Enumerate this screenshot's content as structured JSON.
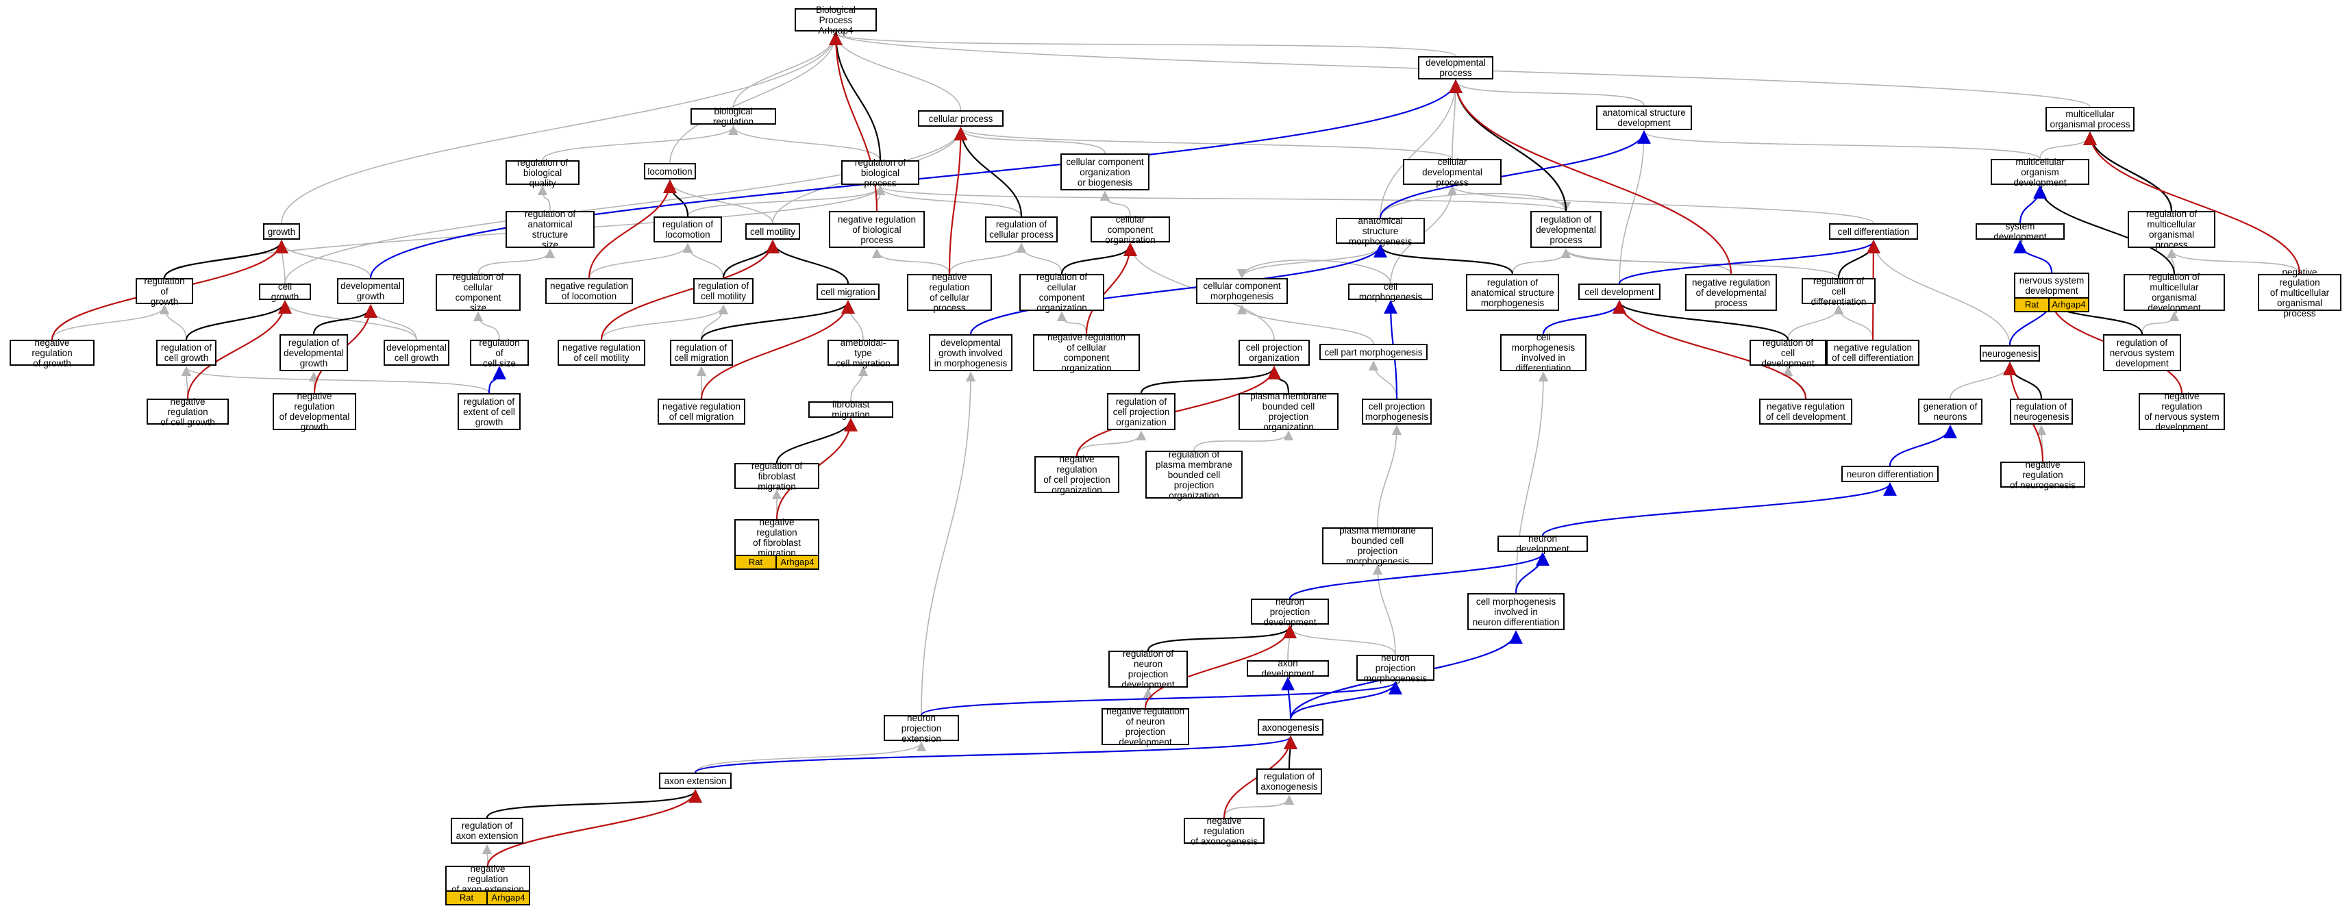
{
  "colors": {
    "is_a": "#b4b4b4",
    "part_of": "#000000",
    "positively_regulates": "#0000dd",
    "negatively_regulates": "#bb1111",
    "annotation": "#f5c400"
  },
  "nodes": {
    "bp": {
      "label": "Biological Process\nArhgap4"
    },
    "devproc": {
      "label": "developmental\nprocess"
    },
    "cellproc": {
      "label": "cellular process"
    },
    "bioreg": {
      "label": "biological regulation"
    },
    "anatdev": {
      "label": "anatomical structure\ndevelopment"
    },
    "multiproc": {
      "label": "multicellular\norganismal process"
    },
    "regbioqual": {
      "label": "regulation of\nbiological quality"
    },
    "locomotion": {
      "label": "locomotion"
    },
    "regbioproc": {
      "label": "regulation of\nbiological process"
    },
    "ccob": {
      "label": "cellular component\norganization\nor biogenesis"
    },
    "celldevproc": {
      "label": "cellular developmental\nprocess"
    },
    "multidev": {
      "label": "multicellular\norganism development"
    },
    "growth": {
      "label": "growth"
    },
    "reganatsize": {
      "label": "regulation of\nanatomical structure\nsize"
    },
    "regloco": {
      "label": "regulation of\nlocomotion"
    },
    "cellmot": {
      "label": "cell motility"
    },
    "negregbio": {
      "label": "negative regulation\nof biological\nprocess"
    },
    "regcellproc": {
      "label": "regulation of\ncellular process"
    },
    "ccorg": {
      "label": "cellular component\norganization"
    },
    "anatmorph": {
      "label": "anatomical structure\nmorphogenesis"
    },
    "regdevproc": {
      "label": "regulation of\ndevelopmental\nprocess"
    },
    "celldiff": {
      "label": "cell differentiation"
    },
    "sysdev": {
      "label": "system development"
    },
    "regmultiproc": {
      "label": "regulation of\nmulticellular\norganismal process"
    },
    "regofgrowth": {
      "label": "regulation of\ngrowth"
    },
    "cellgrowth": {
      "label": "cell growth"
    },
    "devgrowth": {
      "label": "developmental\ngrowth"
    },
    "regccsize": {
      "label": "regulation of\ncellular component\nsize"
    },
    "negregloco": {
      "label": "negative regulation\nof locomotion"
    },
    "regcellmot": {
      "label": "regulation of\ncell motility"
    },
    "cellmig": {
      "label": "cell migration"
    },
    "negregcellproc": {
      "label": "negative regulation\nof cellular\nprocess"
    },
    "regccorg": {
      "label": "regulation of\ncellular component\norganization"
    },
    "ccmorph": {
      "label": "cellular component\nmorphogenesis"
    },
    "cellmorph": {
      "label": "cell morphogenesis"
    },
    "reganatmorph": {
      "label": "regulation of\nanatomical structure\nmorphogenesis"
    },
    "celldev": {
      "label": "cell development"
    },
    "negregdevproc": {
      "label": "negative regulation\nof developmental\nprocess"
    },
    "regcelldiff": {
      "label": "regulation of\ncell differentiation"
    },
    "nsdev": {
      "label": "nervous system\ndevelopment"
    },
    "regmultidev": {
      "label": "regulation of\nmulticellular\norganismal development"
    },
    "negregmulti": {
      "label": "negative regulation\nof multicellular\norganismal process"
    },
    "negregofgrowth": {
      "label": "negative regulation\nof growth"
    },
    "regcellgrowth": {
      "label": "regulation of\ncell growth"
    },
    "regdevgrowth": {
      "label": "regulation of\ndevelopmental\ngrowth"
    },
    "devcellgrowth": {
      "label": "developmental\ncell growth"
    },
    "regcellsize": {
      "label": "regulation of\ncell size"
    },
    "negregcellmot": {
      "label": "negative regulation\nof cell motility"
    },
    "regcellmig": {
      "label": "regulation of\ncell migration"
    },
    "amoeboid": {
      "label": "ameboidal-type\ncell migration"
    },
    "devgrowthmorph": {
      "label": "developmental\ngrowth involved\nin morphogenesis"
    },
    "negregccorg": {
      "label": "negative regulation\nof cellular\ncomponent organization"
    },
    "cellprojorg": {
      "label": "cell projection\norganization"
    },
    "cellpartmorph": {
      "label": "cell part morphogenesis"
    },
    "cellmorphdiff": {
      "label": "cell morphogenesis\ninvolved in\ndifferentiation"
    },
    "regcelldev": {
      "label": "regulation of\ncell development"
    },
    "negregcelldiff": {
      "label": "negative regulation\nof cell differentiation"
    },
    "neurogenesis": {
      "label": "neurogenesis"
    },
    "regnsdev": {
      "label": "regulation of\nnervous system\ndevelopment"
    },
    "negregcellgrowth": {
      "label": "negative regulation\nof cell growth"
    },
    "negregdevgrowth": {
      "label": "negative regulation\nof developmental\ngrowth"
    },
    "regextcellgrowth": {
      "label": "regulation of\nextent of cell\ngrowth"
    },
    "negregcellmig": {
      "label": "negative regulation\nof cell migration"
    },
    "fibromig": {
      "label": "fibroblast migration"
    },
    "regcellprojorg": {
      "label": "regulation of\ncell projection\norganization"
    },
    "pmbcpo": {
      "label": "plasma membrane\nbounded cell\nprojection organization"
    },
    "cellprojmorph": {
      "label": "cell projection\nmorphogenesis"
    },
    "negregcelldev": {
      "label": "negative regulation\nof cell development"
    },
    "genneurons": {
      "label": "generation of\nneurons"
    },
    "regneurogen": {
      "label": "regulation of\nneurogenesis"
    },
    "negregnsdev": {
      "label": "negative regulation\nof nervous system\ndevelopment"
    },
    "regfibromig": {
      "label": "regulation of\nfibroblast migration"
    },
    "negregcellprojorg": {
      "label": "negative regulation\nof cell projection\norganization"
    },
    "regpmbcpo": {
      "label": "regulation of\nplasma membrane\nbounded cell\nprojection organization"
    },
    "neurondiff": {
      "label": "neuron differentiation"
    },
    "negregneurogen": {
      "label": "negative regulation\nof neurogenesis"
    },
    "negregfibromig": {
      "label": "negative regulation\nof fibroblast\nmigration"
    },
    "pmbcpm": {
      "label": "plasma membrane\nbounded cell\nprojection morphogenesis"
    },
    "neurondev": {
      "label": "neuron development"
    },
    "cellmorphneurondiff": {
      "label": "cell morphogenesis\ninvolved in\nneuron differentiation"
    },
    "neuronprojdev": {
      "label": "neuron projection\ndevelopment"
    },
    "regneuronprojdev": {
      "label": "regulation of\nneuron projection\ndevelopment"
    },
    "axondev": {
      "label": "axon development"
    },
    "neuronprojmorph": {
      "label": "neuron projection\nmorphogenesis"
    },
    "neuronprojext": {
      "label": "neuron projection\nextension"
    },
    "negregneuronprojdev": {
      "label": "negative regulation\nof neuron projection\ndevelopment"
    },
    "axonogenesis": {
      "label": "axonogenesis"
    },
    "axonext": {
      "label": "axon extension"
    },
    "regaxonogen": {
      "label": "regulation of\naxonogenesis"
    },
    "regaxonext": {
      "label": "regulation of\naxon extension"
    },
    "negregaxonogen": {
      "label": "negative regulation\nof axonogenesis"
    },
    "negregaxonext": {
      "label": "negative regulation\nof axon extension"
    }
  },
  "annotations": [
    {
      "node": "negregaxonext",
      "species": "Rat",
      "gene": "Arhgap4"
    },
    {
      "node": "negregfibromig",
      "species": "Rat",
      "gene": "Arhgap4"
    },
    {
      "node": "nsdev",
      "species": "Rat",
      "gene": "Arhgap4"
    }
  ],
  "edges": [
    [
      "devproc",
      "bp",
      "is_a"
    ],
    [
      "cellproc",
      "bp",
      "is_a"
    ],
    [
      "bioreg",
      "bp",
      "is_a"
    ],
    [
      "multiproc",
      "bp",
      "is_a"
    ],
    [
      "regbioproc",
      "bp",
      "part_of"
    ],
    [
      "negregbio",
      "bp",
      "negatively_regulates"
    ],
    [
      "growth",
      "bp",
      "is_a"
    ],
    [
      "locomotion",
      "bp",
      "is_a"
    ],
    [
      "anatdev",
      "devproc",
      "is_a"
    ],
    [
      "celldevproc",
      "devproc",
      "is_a"
    ],
    [
      "regdevproc",
      "devproc",
      "part_of"
    ],
    [
      "negregdevproc",
      "devproc",
      "negatively_regulates"
    ],
    [
      "anatmorph",
      "devproc",
      "is_a"
    ],
    [
      "devgrowth",
      "devproc",
      "positively_regulates"
    ],
    [
      "ccob",
      "cellproc",
      "is_a"
    ],
    [
      "regcellproc",
      "cellproc",
      "part_of"
    ],
    [
      "negregcellproc",
      "cellproc",
      "negatively_regulates"
    ],
    [
      "cellmot",
      "cellproc",
      "is_a"
    ],
    [
      "celldevproc",
      "cellproc",
      "is_a"
    ],
    [
      "cellgrowth",
      "cellproc",
      "is_a"
    ],
    [
      "regbioqual",
      "bioreg",
      "is_a"
    ],
    [
      "regbioproc",
      "bioreg",
      "is_a"
    ],
    [
      "multidev",
      "anatdev",
      "is_a"
    ],
    [
      "anatmorph",
      "anatdev",
      "positively_regulates"
    ],
    [
      "celldev",
      "anatdev",
      "is_a"
    ],
    [
      "multidev",
      "multiproc",
      "is_a"
    ],
    [
      "regmultiproc",
      "multiproc",
      "part_of"
    ],
    [
      "negregmulti",
      "multiproc",
      "negatively_regulates"
    ],
    [
      "reganatsize",
      "regbioqual",
      "is_a"
    ],
    [
      "regloco",
      "locomotion",
      "part_of"
    ],
    [
      "negregloco",
      "locomotion",
      "negatively_regulates"
    ],
    [
      "cellmot",
      "locomotion",
      "is_a"
    ],
    [
      "negregbio",
      "regbioproc",
      "is_a"
    ],
    [
      "regcellproc",
      "regbioproc",
      "is_a"
    ],
    [
      "regloco",
      "regbioproc",
      "is_a"
    ],
    [
      "regdevproc",
      "regbioproc",
      "is_a"
    ],
    [
      "ccorg",
      "ccob",
      "is_a"
    ],
    [
      "celldiff",
      "celldevproc",
      "is_a"
    ],
    [
      "cellmorph",
      "celldevproc",
      "is_a"
    ],
    [
      "sysdev",
      "multidev",
      "positively_regulates"
    ],
    [
      "regmultidev",
      "multidev",
      "part_of"
    ],
    [
      "regofgrowth",
      "growth",
      "part_of"
    ],
    [
      "cellgrowth",
      "growth",
      "is_a"
    ],
    [
      "devgrowth",
      "growth",
      "is_a"
    ],
    [
      "negregofgrowth",
      "growth",
      "negatively_regulates"
    ],
    [
      "regccsize",
      "reganatsize",
      "is_a"
    ],
    [
      "negregloco",
      "regloco",
      "is_a"
    ],
    [
      "regcellmot",
      "regloco",
      "is_a"
    ],
    [
      "regcellmot",
      "cellmot",
      "part_of"
    ],
    [
      "cellmig",
      "cellmot",
      "part_of"
    ],
    [
      "negregcellmot",
      "cellmot",
      "negatively_regulates"
    ],
    [
      "negregcellproc",
      "negregbio",
      "is_a"
    ],
    [
      "negregcellproc",
      "regcellproc",
      "is_a"
    ],
    [
      "regccorg",
      "regcellproc",
      "is_a"
    ],
    [
      "regccorg",
      "ccorg",
      "part_of"
    ],
    [
      "negregccorg",
      "ccorg",
      "negatively_regulates"
    ],
    [
      "cellprojorg",
      "ccorg",
      "is_a"
    ],
    [
      "anatmorph",
      "regdevproc",
      "is_a"
    ],
    [
      "reganatmorph",
      "anatmorph",
      "part_of"
    ],
    [
      "ccmorph",
      "anatmorph",
      "is_a"
    ],
    [
      "devgrowthmorph",
      "anatmorph",
      "positively_regulates"
    ],
    [
      "regdevproc",
      "devproc",
      "part_of"
    ],
    [
      "reganatmorph",
      "regdevproc",
      "is_a"
    ],
    [
      "negregdevproc",
      "regdevproc",
      "is_a"
    ],
    [
      "regcelldiff",
      "regdevproc",
      "is_a"
    ],
    [
      "regcelldiff",
      "celldiff",
      "part_of"
    ],
    [
      "negregcelldiff",
      "celldiff",
      "negatively_regulates"
    ],
    [
      "celldev",
      "celldiff",
      "positively_regulates"
    ],
    [
      "neurogenesis",
      "celldiff",
      "is_a"
    ],
    [
      "nsdev",
      "sysdev",
      "positively_regulates"
    ],
    [
      "regmultidev",
      "regmultiproc",
      "is_a"
    ],
    [
      "regmultiproc",
      "multiproc",
      "part_of"
    ],
    [
      "negregmulti",
      "regmultiproc",
      "is_a"
    ],
    [
      "regofgrowth",
      "regbioproc",
      "is_a"
    ],
    [
      "regcellgrowth",
      "regofgrowth",
      "is_a"
    ],
    [
      "negregofgrowth",
      "regofgrowth",
      "is_a"
    ],
    [
      "regcellgrowth",
      "cellgrowth",
      "part_of"
    ],
    [
      "negregcellgrowth",
      "cellgrowth",
      "negatively_regulates"
    ],
    [
      "devcellgrowth",
      "cellgrowth",
      "is_a"
    ],
    [
      "regdevgrowth",
      "devgrowth",
      "part_of"
    ],
    [
      "negregdevgrowth",
      "devgrowth",
      "negatively_regulates"
    ],
    [
      "devcellgrowth",
      "devgrowth",
      "is_a"
    ],
    [
      "regcellsize",
      "regccsize",
      "is_a"
    ],
    [
      "regextcellgrowth",
      "regcellsize",
      "positively_regulates"
    ],
    [
      "negregcellmot",
      "regcellmot",
      "is_a"
    ],
    [
      "regcellmig",
      "cellmig",
      "part_of"
    ],
    [
      "negregcellmig",
      "cellmig",
      "negatively_regulates"
    ],
    [
      "amoeboid",
      "cellmig",
      "is_a"
    ],
    [
      "regcellmig",
      "regcellmot",
      "is_a"
    ],
    [
      "negregccorg",
      "regccorg",
      "is_a"
    ],
    [
      "cellmorph",
      "ccmorph",
      "is_a"
    ],
    [
      "cellpartmorph",
      "ccmorph",
      "is_a"
    ],
    [
      "regcelldev",
      "celldev",
      "part_of"
    ],
    [
      "negregcelldev",
      "celldev",
      "negatively_regulates"
    ],
    [
      "cellmorphdiff",
      "celldev",
      "positively_regulates"
    ],
    [
      "negregcelldiff",
      "regcelldiff",
      "is_a"
    ],
    [
      "regcelldev",
      "regcelldiff",
      "is_a"
    ],
    [
      "regnsdev",
      "regmultidev",
      "is_a"
    ],
    [
      "neurogenesis",
      "nsdev",
      "positively_regulates"
    ],
    [
      "regnsdev",
      "nsdev",
      "part_of"
    ],
    [
      "negregnsdev",
      "nsdev",
      "negatively_regulates"
    ],
    [
      "negregcellgrowth",
      "regcellgrowth",
      "is_a"
    ],
    [
      "negregdevgrowth",
      "regdevgrowth",
      "is_a"
    ],
    [
      "regextcellgrowth",
      "regcellgrowth",
      "is_a"
    ],
    [
      "negregcellmig",
      "regcellmig",
      "is_a"
    ],
    [
      "fibromig",
      "amoeboid",
      "is_a"
    ],
    [
      "regcellprojorg",
      "cellprojorg",
      "part_of"
    ],
    [
      "negregcellprojorg",
      "cellprojorg",
      "negatively_regulates"
    ],
    [
      "pmbcpo",
      "cellprojorg",
      "part_of"
    ],
    [
      "cellprojmorph",
      "cellpartmorph",
      "is_a"
    ],
    [
      "cellprojmorph",
      "cellmorph",
      "positively_regulates"
    ],
    [
      "negregcelldev",
      "regcelldev",
      "is_a"
    ],
    [
      "regneurogen",
      "neurogenesis",
      "part_of"
    ],
    [
      "genneurons",
      "neurogenesis",
      "is_a"
    ],
    [
      "negregneurogen",
      "regneurogen",
      "is_a"
    ],
    [
      "negregneurogen",
      "neurogenesis",
      "negatively_regulates"
    ],
    [
      "regfibromig",
      "fibromig",
      "part_of"
    ],
    [
      "negregfibromig",
      "regfibromig",
      "is_a"
    ],
    [
      "negregfibromig",
      "fibromig",
      "negatively_regulates"
    ],
    [
      "negregcellprojorg",
      "regcellprojorg",
      "is_a"
    ],
    [
      "regpmbcpo",
      "pmbcpo",
      "is_a"
    ],
    [
      "neurondiff",
      "genneurons",
      "positively_regulates"
    ],
    [
      "pmbcpm",
      "cellprojmorph",
      "is_a"
    ],
    [
      "neurondev",
      "neurondiff",
      "positively_regulates"
    ],
    [
      "cellmorphneurondiff",
      "neurondev",
      "positively_regulates"
    ],
    [
      "cellmorphneurondiff",
      "cellmorphdiff",
      "is_a"
    ],
    [
      "neuronprojdev",
      "neurondev",
      "positively_regulates"
    ],
    [
      "regneuronprojdev",
      "neuronprojdev",
      "part_of"
    ],
    [
      "negregneuronprojdev",
      "neuronprojdev",
      "negatively_regulates"
    ],
    [
      "negregneuronprojdev",
      "regneuronprojdev",
      "is_a"
    ],
    [
      "neuronprojmorph",
      "neuronprojdev",
      "is_a"
    ],
    [
      "neuronprojmorph",
      "pmbcpm",
      "is_a"
    ],
    [
      "axondev",
      "neuronprojdev",
      "is_a"
    ],
    [
      "axonogenesis",
      "axondev",
      "positively_regulates"
    ],
    [
      "axonogenesis",
      "neuronprojmorph",
      "positively_regulates"
    ],
    [
      "axonogenesis",
      "cellmorphneurondiff",
      "positively_regulates"
    ],
    [
      "regaxonogen",
      "axonogenesis",
      "part_of"
    ],
    [
      "negregaxonogen",
      "axonogenesis",
      "negatively_regulates"
    ],
    [
      "negregaxonogen",
      "regaxonogen",
      "is_a"
    ],
    [
      "neuronprojext",
      "neuronprojmorph",
      "positively_regulates"
    ],
    [
      "neuronprojext",
      "devgrowthmorph",
      "is_a"
    ],
    [
      "axonext",
      "axonogenesis",
      "positively_regulates"
    ],
    [
      "axonext",
      "neuronprojext",
      "is_a"
    ],
    [
      "regaxonext",
      "axonext",
      "part_of"
    ],
    [
      "negregaxonext",
      "axonext",
      "negatively_regulates"
    ],
    [
      "negregaxonext",
      "regaxonext",
      "is_a"
    ]
  ]
}
